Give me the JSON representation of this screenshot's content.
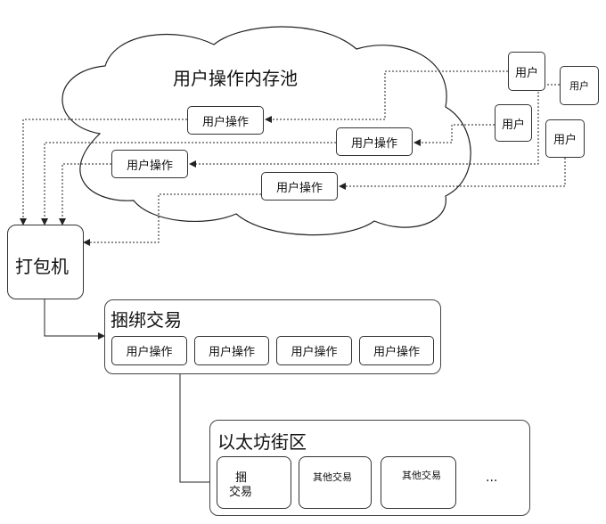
{
  "cloud": {
    "title": "用户操作内存池"
  },
  "operations_in_pool": [
    "用户操作",
    "用户操作",
    "用户操作",
    "用户操作"
  ],
  "users": [
    "用户",
    "用户",
    "用户",
    "用户"
  ],
  "packer": {
    "label": "打包机"
  },
  "bundle": {
    "title": "捆绑交易",
    "items": [
      "用户操作",
      "用户操作",
      "用户操作",
      "用户操作"
    ]
  },
  "ethereum_block": {
    "title": "以太坊街区",
    "bundle_tx": [
      "捆",
      "交易"
    ],
    "other_tx": [
      "其他交易",
      "其他交易"
    ],
    "ellipsis": "..."
  }
}
